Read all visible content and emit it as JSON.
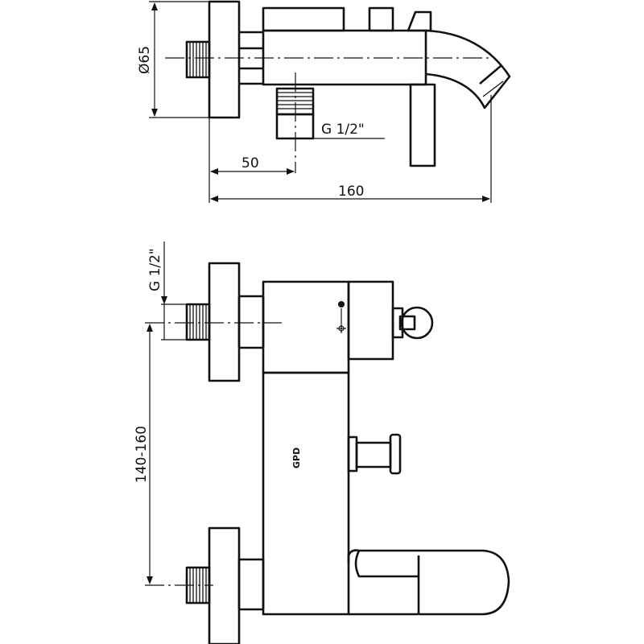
{
  "drawing": {
    "top_view": {
      "diameter_label": "Ø65",
      "thread_label": "G 1/2\"",
      "offset_label": "50",
      "length_label": "160"
    },
    "front_view": {
      "thread_label": "G 1/2\"",
      "center_distance_label": "140-160",
      "brand_logo": "GPD"
    }
  }
}
